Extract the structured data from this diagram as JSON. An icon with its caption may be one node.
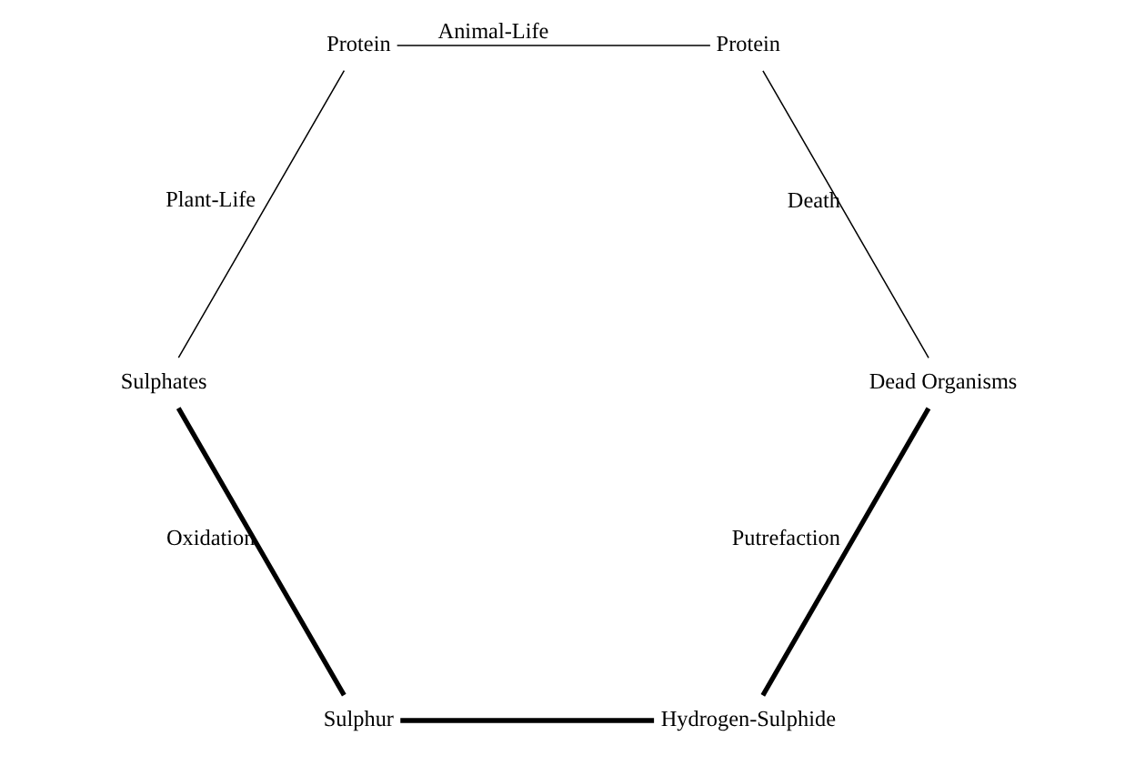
{
  "diagram": {
    "nodes": [
      {
        "text": [
          "Hydrogen-Sulphide"
        ]
      },
      {
        "text": [
          "Sulphur"
        ]
      },
      {
        "text": [
          "Dead Organisms"
        ]
      },
      {
        "text": [
          "Sulphates"
        ]
      },
      {
        "text": [
          "Protein"
        ]
      },
      {
        "text": [
          "Protein"
        ]
      }
    ],
    "edges": [
      {
        "from": 0,
        "to": 1,
        "arrow": "none",
        "style": "thick"
      },
      {
        "from": 1,
        "to": 3,
        "arrow": "none",
        "style": "thick",
        "label": "Oxidation"
      },
      {
        "from": 3,
        "to": 5,
        "arrow": "none",
        "label": "Plant-Life"
      },
      {
        "from": 5,
        "to": 4,
        "arrow": "none",
        "label": "Animal-Life"
      },
      {
        "from": 4,
        "to": 2,
        "arrow": "none",
        "label": "Death"
      },
      {
        "from": 2,
        "to": 0,
        "arrow": "none",
        "style": "thick",
        "label": "Putrefaction"
      }
    ]
  }
}
